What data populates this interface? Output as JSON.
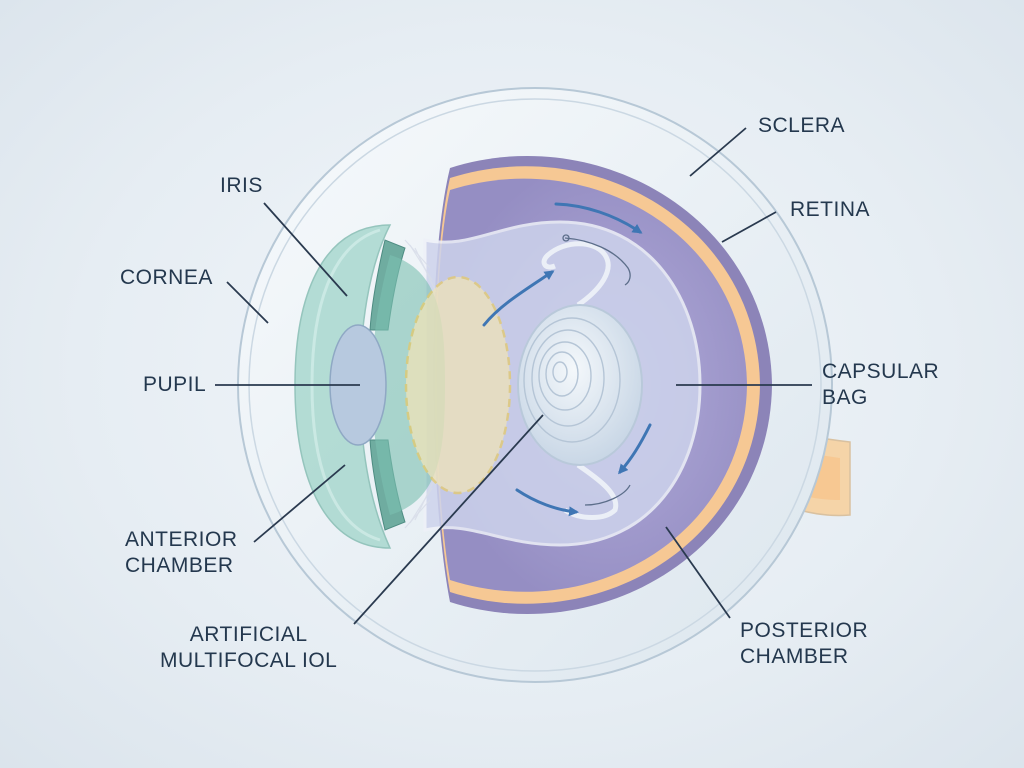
{
  "labels": {
    "sclera": "SCLERA",
    "retina": "RETINA",
    "iris": "IRIS",
    "cornea": "CORNEA",
    "pupil": "PUPIL",
    "capsular_bag": [
      "CAPSULAR",
      "BAG"
    ],
    "anterior_chamber": [
      "ANTERIOR",
      "CHAMBER"
    ],
    "artificial_iol": [
      "ARTIFICIAL",
      "MULTIFOCAL IOL"
    ],
    "posterior_chamber": [
      "POSTERIOR",
      "CHAMBER"
    ]
  },
  "colors": {
    "background": "#e6edf3",
    "sclera": "#eef3f7",
    "choroid": "#8c84b8",
    "vitreous": "#a59fcf",
    "retina": "#f6c894",
    "optic_nerve": "#f5cf9e",
    "cornea": "#a9d8cf",
    "iris": "#7cc0b0",
    "natural_lens": "#efe3b8",
    "iol": "#dde8f2",
    "arrow": "#3f76b4",
    "label": "#24384e",
    "leader": "#2a3a4f"
  }
}
